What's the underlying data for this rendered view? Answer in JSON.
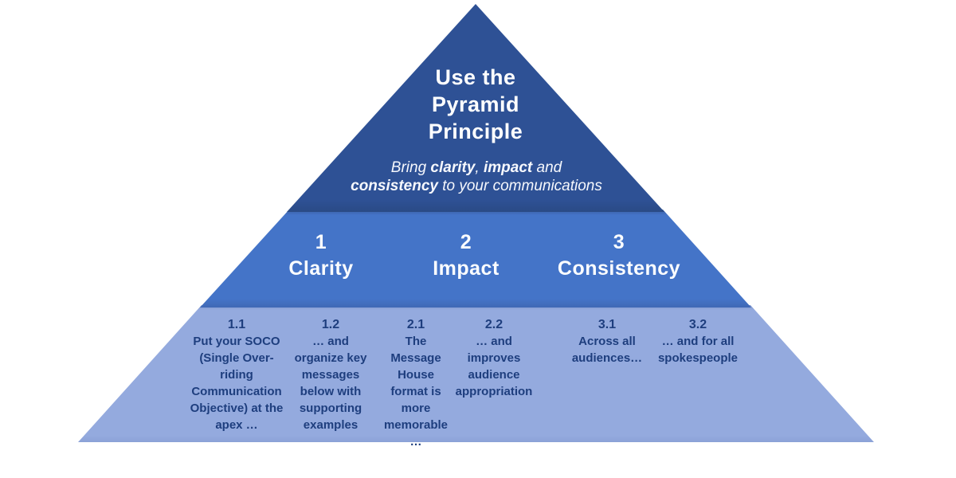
{
  "diagram": {
    "title": "Use the\nPyramid\nPrinciple",
    "subtitle_parts": [
      "Bring ",
      "clarity",
      ", ",
      "impact",
      " and\n",
      "consistency",
      " to your communications"
    ],
    "pillars": [
      {
        "number": "1",
        "label": "Clarity"
      },
      {
        "number": "2",
        "label": "Impact"
      },
      {
        "number": "3",
        "label": "Consistency"
      }
    ],
    "items": [
      {
        "number": "1.1",
        "text": "Put your SOCO\n(Single Over-\nriding\nCommunication\nObjective) at the\napex …"
      },
      {
        "number": "1.2",
        "text": "… and\norganize key\nmessages\nbelow with\nsupporting\nexamples"
      },
      {
        "number": "2.1",
        "text": "The\nMessage\nHouse\nformat is\nmore\nmemorable\n…"
      },
      {
        "number": "2.2",
        "text": "… and\nimproves\naudience\nappropriation"
      },
      {
        "number": "3.1",
        "text": "Across all\naudiences…"
      },
      {
        "number": "3.2",
        "text": "… and for all\nspokespeople"
      }
    ],
    "colors": {
      "tier_top": "#2e5195",
      "tier_middle": "#4474c8",
      "tier_bottom": "#94aade",
      "text_light": "#ffffff",
      "text_dark": "#1e3e7e"
    }
  }
}
